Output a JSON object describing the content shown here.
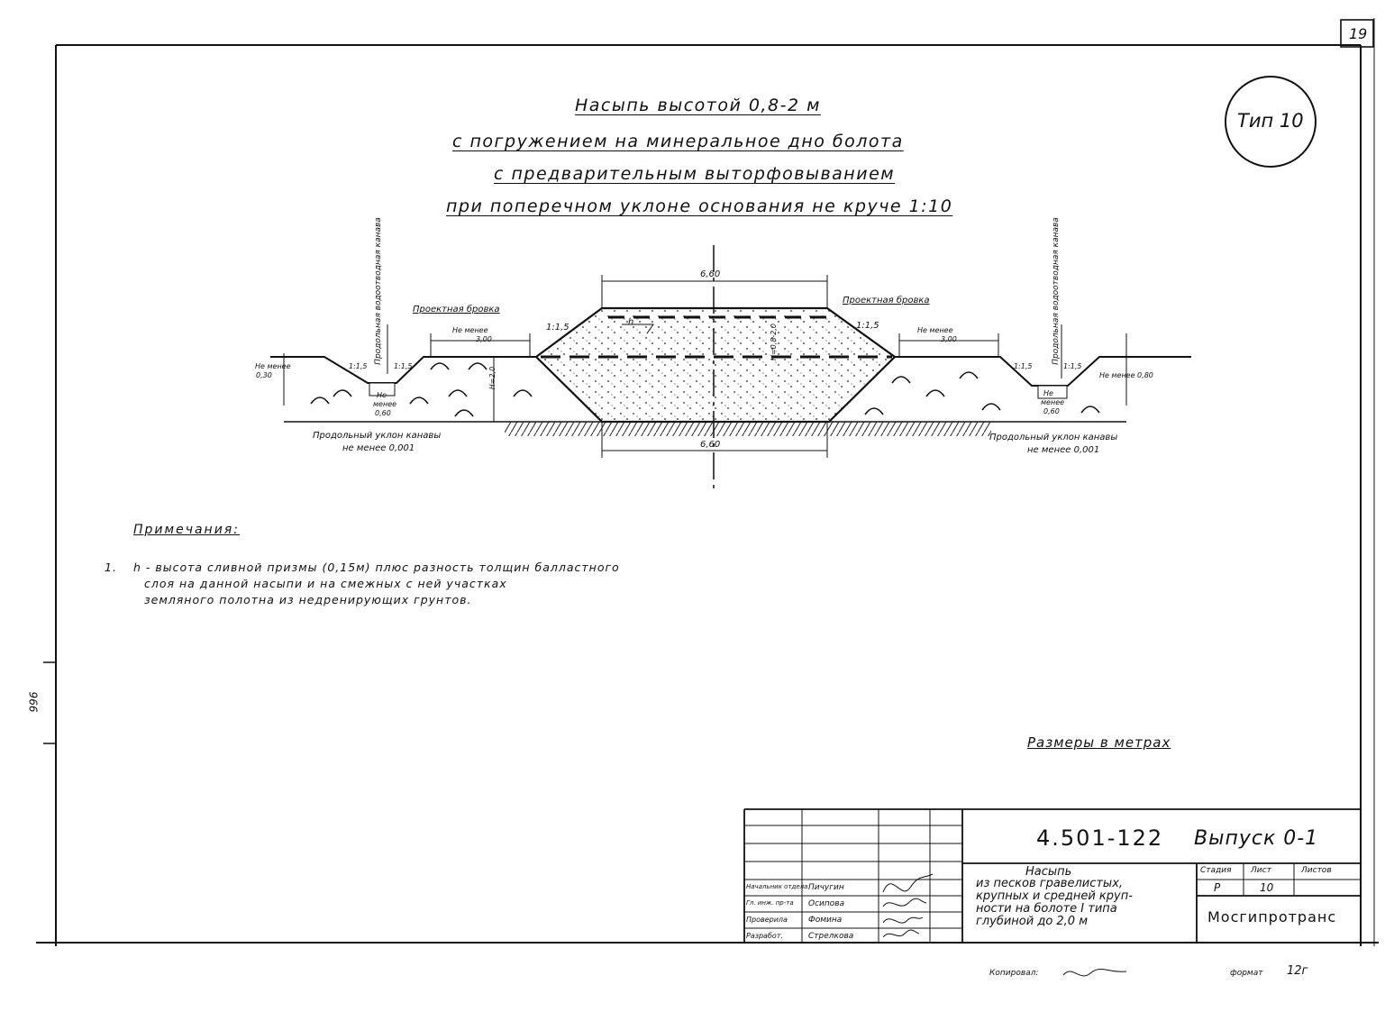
{
  "page_number": "19",
  "type_badge": "Тип 10",
  "title_lines": [
    "Насыпь высотой 0,8-2 м",
    "с погружением на минеральное дно болота",
    "с предварительным выторфовыванием",
    "при поперечном уклоне основания не круче 1:10"
  ],
  "drawing": {
    "top_width": "6,60",
    "bottom_width": "6,60",
    "design_edge_left": "Проектная бровка",
    "design_edge_right": "Проектная бровка",
    "slope_main": "1:1,5",
    "slope_main_right": "1:1,5",
    "ditch_slope_a": "1:1,5",
    "ditch_slope_b": "1:1,5",
    "ditch_slope_c": "1:1,5",
    "ditch_slope_d": "1:1,5",
    "h_label": "h",
    "height_label": "Н=2,0",
    "height_label_center": "Н=0,8-2,0",
    "berm_left_a": "Не менее",
    "berm_left_b": "3,00",
    "berm_right_a": "Не менее",
    "berm_right_b": "3,00",
    "ditch_depth_left_a": "Не менее",
    "ditch_depth_left_b": "0,30",
    "ditch_depth_right": "Не менее 0,80",
    "ditch_bottom_left_a": "Не",
    "ditch_bottom_left_b": "менее",
    "ditch_bottom_left_c": "0,60",
    "ditch_bottom_right_a": "Не",
    "ditch_bottom_right_b": "менее",
    "ditch_bottom_right_c": "0,60",
    "ditch_label_left": "Продольная водоотводная канава",
    "ditch_label_right": "Продольная водоотводная канава",
    "grade_left_1": "Продольный уклон канавы",
    "grade_left_2": "не менее 0,001",
    "grade_right_1": "Продольный уклон канавы",
    "grade_right_2": "не менее 0,001"
  },
  "notes_heading": "Примечания:",
  "notes": [
    {
      "num": "1.",
      "lines": [
        "h - высота сливной призмы (0,15м) плюс разность толщин балластного",
        "слоя на данной насыпи и на смежных с ней участках",
        "земляного полотна из недренирующих грунтов."
      ]
    }
  ],
  "margin_number": "996",
  "dimensions_note": "Размеры в метрах",
  "title_block": {
    "code": "4.501-122",
    "issue": "Выпуск 0-1",
    "description": [
      "Насыпь",
      "из песков гравелистых,",
      "крупных и средней круп-",
      "ности на болоте I типа",
      "глубиной до 2,0 м"
    ],
    "stage_header": "Стадия",
    "sheet_header": "Лист",
    "sheets_header": "Листов",
    "stage": "Р",
    "sheet": "10",
    "sheets": "",
    "organization": "Мосгипротранс",
    "roles": [
      {
        "role": "Начальник отдела",
        "name": "Пичугин"
      },
      {
        "role": "Гл. инж. пр-та",
        "name": "Осипова"
      },
      {
        "role": "Проверила",
        "name": "Фомина"
      },
      {
        "role": "Разработ.",
        "name": "Стрелкова"
      }
    ]
  },
  "footer": {
    "copied_label": "Копировал:",
    "format_label": "формат",
    "format_value": "12г"
  }
}
